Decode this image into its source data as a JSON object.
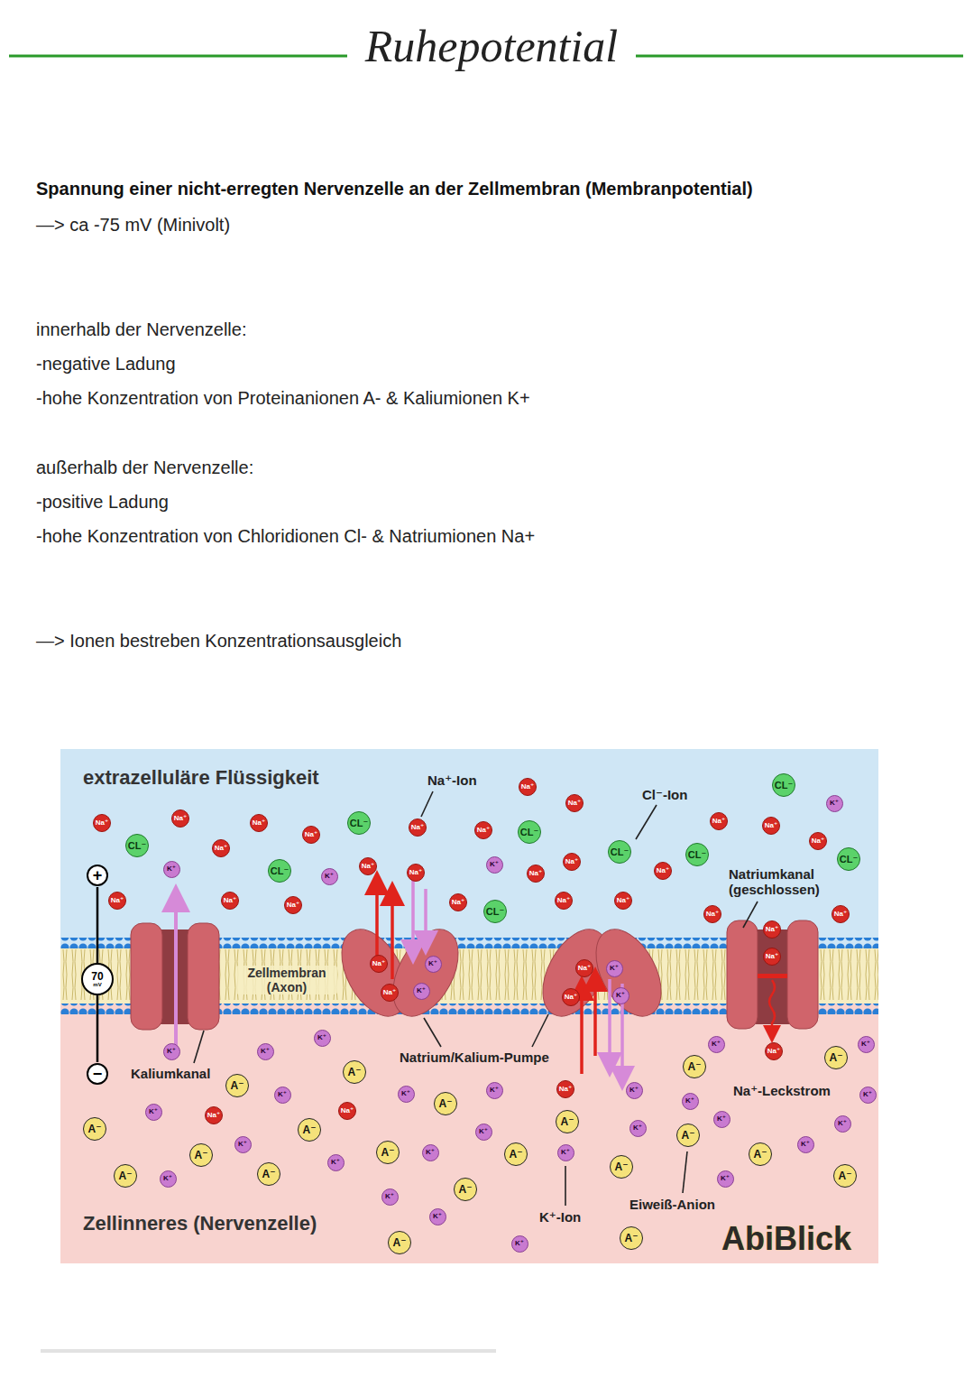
{
  "diagram": {
    "title": "Ruhepotential",
    "nodes": [
      {
        "text": [
          "+"
        ]
      },
      {
        "text": [
          "70",
          "mV"
        ]
      },
      {
        "text": [
          "−"
        ]
      },
      {
        "text": [
          "Na⁺"
        ]
      },
      {
        "text": [
          "Na⁺"
        ]
      },
      {
        "text": [
          "Na⁺"
        ]
      },
      {
        "text": [
          "Na⁺"
        ]
      },
      {
        "text": [
          "Na⁺"
        ]
      },
      {
        "text": [
          "Na⁺"
        ]
      },
      {
        "text": [
          "Na⁺"
        ]
      },
      {
        "text": [
          "Na⁺"
        ]
      },
      {
        "text": [
          "Na⁺"
        ]
      },
      {
        "text": [
          "Na⁺"
        ]
      },
      {
        "text": [
          "Na⁺"
        ]
      },
      {
        "text": [
          "Na⁺"
        ]
      },
      {
        "text": [
          "Na⁺"
        ]
      },
      {
        "text": [
          "Na⁺"
        ]
      },
      {
        "text": [
          "Na⁺"
        ]
      },
      {
        "text": [
          "Na⁺"
        ]
      },
      {
        "text": [
          "Na⁺"
        ]
      },
      {
        "text": [
          "Na⁺"
        ]
      },
      {
        "text": [
          "Na⁺"
        ]
      },
      {
        "text": [
          "Na⁺"
        ]
      },
      {
        "text": [
          "Na⁺"
        ]
      },
      {
        "text": [
          "Na⁺"
        ]
      },
      {
        "text": [
          "Na⁺"
        ]
      },
      {
        "text": [
          "Na⁺"
        ]
      },
      {
        "text": [
          "Na⁺"
        ]
      },
      {
        "text": [
          "CL⁻"
        ]
      },
      {
        "text": [
          "CL⁻"
        ]
      },
      {
        "text": [
          "CL⁻"
        ]
      },
      {
        "text": [
          "CL⁻"
        ]
      },
      {
        "text": [
          "CL⁻"
        ]
      },
      {
        "text": [
          "CL⁻"
        ]
      },
      {
        "text": [
          "CL⁻"
        ]
      },
      {
        "text": [
          "CL⁻"
        ]
      },
      {
        "text": [
          "CL⁻"
        ]
      },
      {
        "text": [
          "K⁺"
        ]
      },
      {
        "text": [
          "K⁺"
        ]
      },
      {
        "text": [
          "K⁺"
        ]
      },
      {
        "text": [
          "K⁺"
        ]
      },
      {
        "text": [
          "Na⁺"
        ]
      },
      {
        "text": [
          "Na⁺"
        ]
      },
      {
        "text": [
          "Na⁺"
        ]
      },
      {
        "text": [
          "Na⁺"
        ]
      },
      {
        "text": [
          "Na⁺"
        ]
      },
      {
        "text": [
          "Na⁺"
        ]
      },
      {
        "text": [
          "K⁺"
        ]
      },
      {
        "text": [
          "K⁺"
        ]
      },
      {
        "text": [
          "K⁺"
        ]
      },
      {
        "text": [
          "K⁺"
        ]
      },
      {
        "text": [
          "K⁺"
        ]
      },
      {
        "text": [
          "K⁺"
        ]
      },
      {
        "text": [
          "K⁺"
        ]
      },
      {
        "text": [
          "K⁺"
        ]
      },
      {
        "text": [
          "K⁺"
        ]
      },
      {
        "text": [
          "K⁺"
        ]
      },
      {
        "text": [
          "K⁺"
        ]
      },
      {
        "text": [
          "K⁺"
        ]
      },
      {
        "text": [
          "K⁺"
        ]
      },
      {
        "text": [
          "K⁺"
        ]
      },
      {
        "text": [
          "K⁺"
        ]
      },
      {
        "text": [
          "K⁺"
        ]
      },
      {
        "text": [
          "K⁺"
        ]
      },
      {
        "text": [
          "K⁺"
        ]
      },
      {
        "text": [
          "K⁺"
        ]
      },
      {
        "text": [
          "K⁺"
        ]
      },
      {
        "text": [
          "K⁺"
        ]
      },
      {
        "text": [
          "K⁺"
        ]
      },
      {
        "text": [
          "K⁺"
        ]
      },
      {
        "text": [
          "K⁺"
        ]
      },
      {
        "text": [
          "K⁺"
        ]
      },
      {
        "text": [
          "K⁺"
        ]
      },
      {
        "text": [
          "K⁺"
        ]
      },
      {
        "text": [
          "K⁺"
        ]
      },
      {
        "text": [
          "K⁺"
        ]
      },
      {
        "text": [
          "K⁺"
        ]
      },
      {
        "text": [
          "Na⁺"
        ]
      },
      {
        "text": [
          "Na⁺"
        ]
      },
      {
        "text": [
          "Na⁺"
        ]
      },
      {
        "text": [
          "Na⁺"
        ]
      },
      {
        "text": [
          "A⁻"
        ]
      },
      {
        "text": [
          "A⁻"
        ]
      },
      {
        "text": [
          "A⁻"
        ]
      },
      {
        "text": [
          "A⁻"
        ]
      },
      {
        "text": [
          "A⁻"
        ]
      },
      {
        "text": [
          "A⁻"
        ]
      },
      {
        "text": [
          "A⁻"
        ]
      },
      {
        "text": [
          "A⁻"
        ]
      },
      {
        "text": [
          "A⁻"
        ]
      },
      {
        "text": [
          "A⁻"
        ]
      },
      {
        "text": [
          "A⁻"
        ]
      },
      {
        "text": [
          "A⁻"
        ]
      },
      {
        "text": [
          "A⁻"
        ]
      },
      {
        "text": [
          "A⁻"
        ]
      },
      {
        "text": [
          "A⁻"
        ]
      },
      {
        "text": [
          "A⁻"
        ]
      },
      {
        "text": [
          "A⁻"
        ]
      },
      {
        "text": [
          "A⁻"
        ]
      },
      {
        "text": [
          "A⁻"
        ]
      },
      {
        "text": [
          "A⁻"
        ]
      }
    ],
    "labels": [
      "Spannung einer nicht-erregten Nervenzelle an der Zellmembran (Membranpotential)",
      "—> ca -75 mV (Minivolt)",
      "innerhalb der Nervenzelle:",
      "-negative Ladung",
      "-hohe Konzentration von Proteinanionen A- & Kaliumionen K+",
      "außerhalb der Nervenzelle:",
      "-positive Ladung",
      "-hohe Konzentration von Chloridionen Cl- & Natriumionen Na+",
      "—> Ionen bestreben Konzentrationsausgleich",
      "extrazelluläre Flüssigkeit",
      "Na⁺-Ion",
      "Cl⁻-Ion",
      "Natriumkanal (geschlossen)",
      "Zellmembran (Axon)",
      "Kaliumkanal",
      "Natrium/Kalium-Pumpe",
      "Na⁺-Leckstrom",
      "Eiweiß-Anion",
      "K⁺-Ion",
      "Zellinneres (Nervenzelle)",
      "AbiBlick"
    ]
  }
}
